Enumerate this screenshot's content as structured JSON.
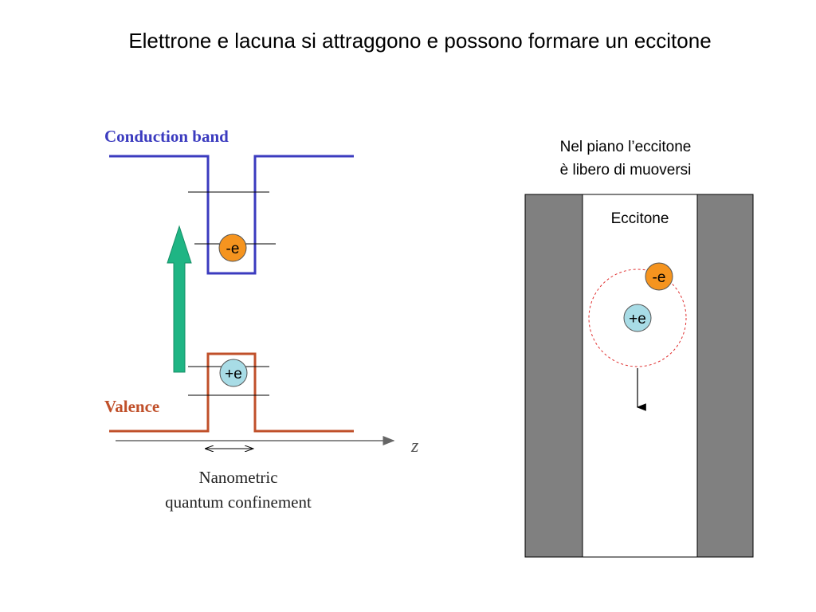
{
  "title": "Elettrone e lacuna si attraggono e possono formare un eccitone",
  "left_diagram": {
    "conduction_label": "Conduction band",
    "valence_label": "Valence",
    "axis_label": "z",
    "confinement_label_line1": "Nanometric",
    "confinement_label_line2": "quantum confinement",
    "electron_label": "-e",
    "hole_label": "+e",
    "colors": {
      "conduction": "#3b3bbf",
      "valence": "#c0502a",
      "arrow": "#1fb584",
      "electron": "#f5941f",
      "hole": "#a8dce6"
    }
  },
  "right_diagram": {
    "caption_line1": "Nel piano l’eccitone",
    "caption_line2": "è libero di muoversi",
    "region_label": "Eccitone",
    "electron_label": "-e",
    "hole_label": "+e",
    "colors": {
      "barrier": "#808080",
      "orbit": "#e03030",
      "electron": "#f5941f",
      "hole": "#a8dce6"
    }
  }
}
